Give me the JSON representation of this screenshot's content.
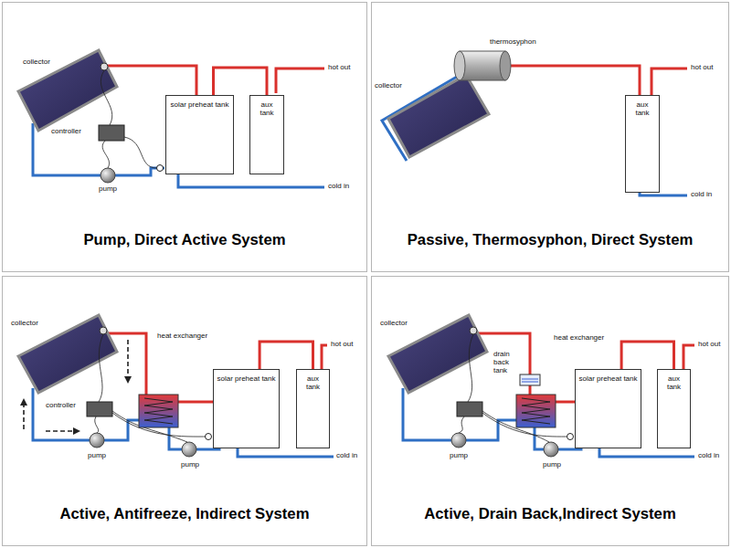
{
  "diagram": {
    "nodes": [
      {
        "text": [
          "Pump, Direct Active System"
        ]
      },
      {
        "text": [
          "solar preheat tank"
        ],
        "in": 0
      },
      {
        "text": [
          "aux tank"
        ],
        "in": 0
      },
      {
        "text": [
          "Passive, Thermosyphon, Direct System"
        ]
      },
      {
        "text": [
          "aux tank"
        ],
        "in": 3
      },
      {
        "text": [
          "Active, Antifreeze, Indirect System"
        ]
      },
      {
        "text": [
          "solar preheat tank"
        ],
        "in": 5
      },
      {
        "text": [
          "aux tank"
        ],
        "in": 5
      },
      {
        "text": [
          "Active, Drain Back,Indirect System"
        ]
      },
      {
        "text": [
          "solar preheat tank"
        ],
        "in": 8
      },
      {
        "text": [
          "aux tank"
        ],
        "in": 8
      }
    ],
    "edges": [
      {
        "from": 1,
        "to": 2,
        "arrow": "none"
      },
      {
        "from": 6,
        "to": 7,
        "arrow": "none"
      },
      {
        "from": 9,
        "to": 10,
        "arrow": "none"
      }
    ],
    "labels": [
      "collector",
      "controller",
      "pump",
      "hot out",
      "cold in",
      "thermosyphon",
      "collector",
      "hot out",
      "cold in",
      "collector",
      "controller",
      "heat exchanger",
      "pump",
      "pump",
      "hot out",
      "cold in",
      "collector",
      "drain back tank",
      "heat exchanger",
      "pump",
      "pump",
      "hot out",
      "cold in"
    ]
  }
}
